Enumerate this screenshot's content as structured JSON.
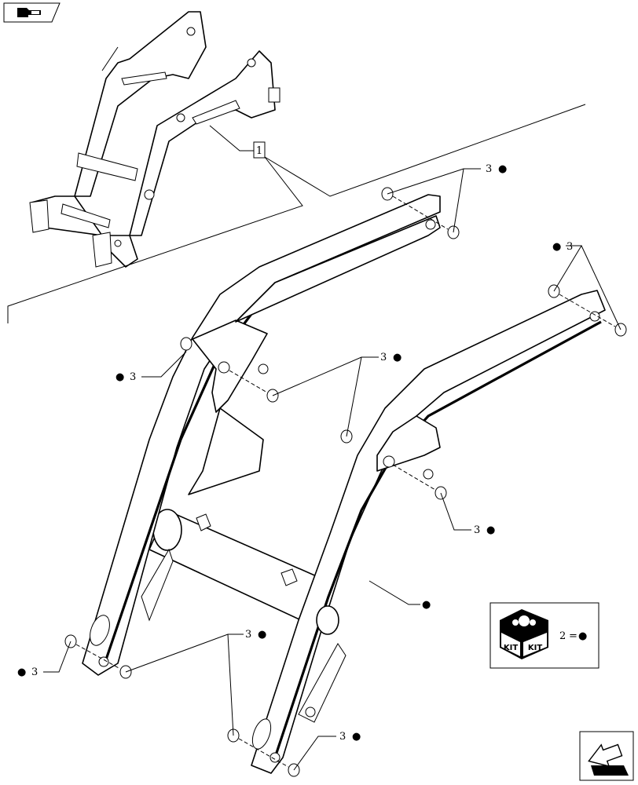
{
  "ref_label": "1",
  "callouts": [
    {
      "num": "3",
      "dot": "●"
    },
    {
      "num": "3",
      "dot": "●"
    },
    {
      "num": "3",
      "dot": "●"
    },
    {
      "num": "3",
      "dot": "●"
    },
    {
      "num": "3",
      "dot": "●"
    },
    {
      "num": "3",
      "dot": "●"
    },
    {
      "num": "3",
      "dot": "●"
    },
    {
      "num": "3",
      "dot": "●"
    }
  ],
  "frame_marker": "●",
  "kit": {
    "label_left": "KIT",
    "label_right": "KIT",
    "legend_num": "2",
    "legend_eq": "=",
    "legend_dot": "●"
  },
  "icons": {
    "top_left": "pointing-hand-book-icon",
    "bottom_right": "next-page-arrow-icon"
  }
}
